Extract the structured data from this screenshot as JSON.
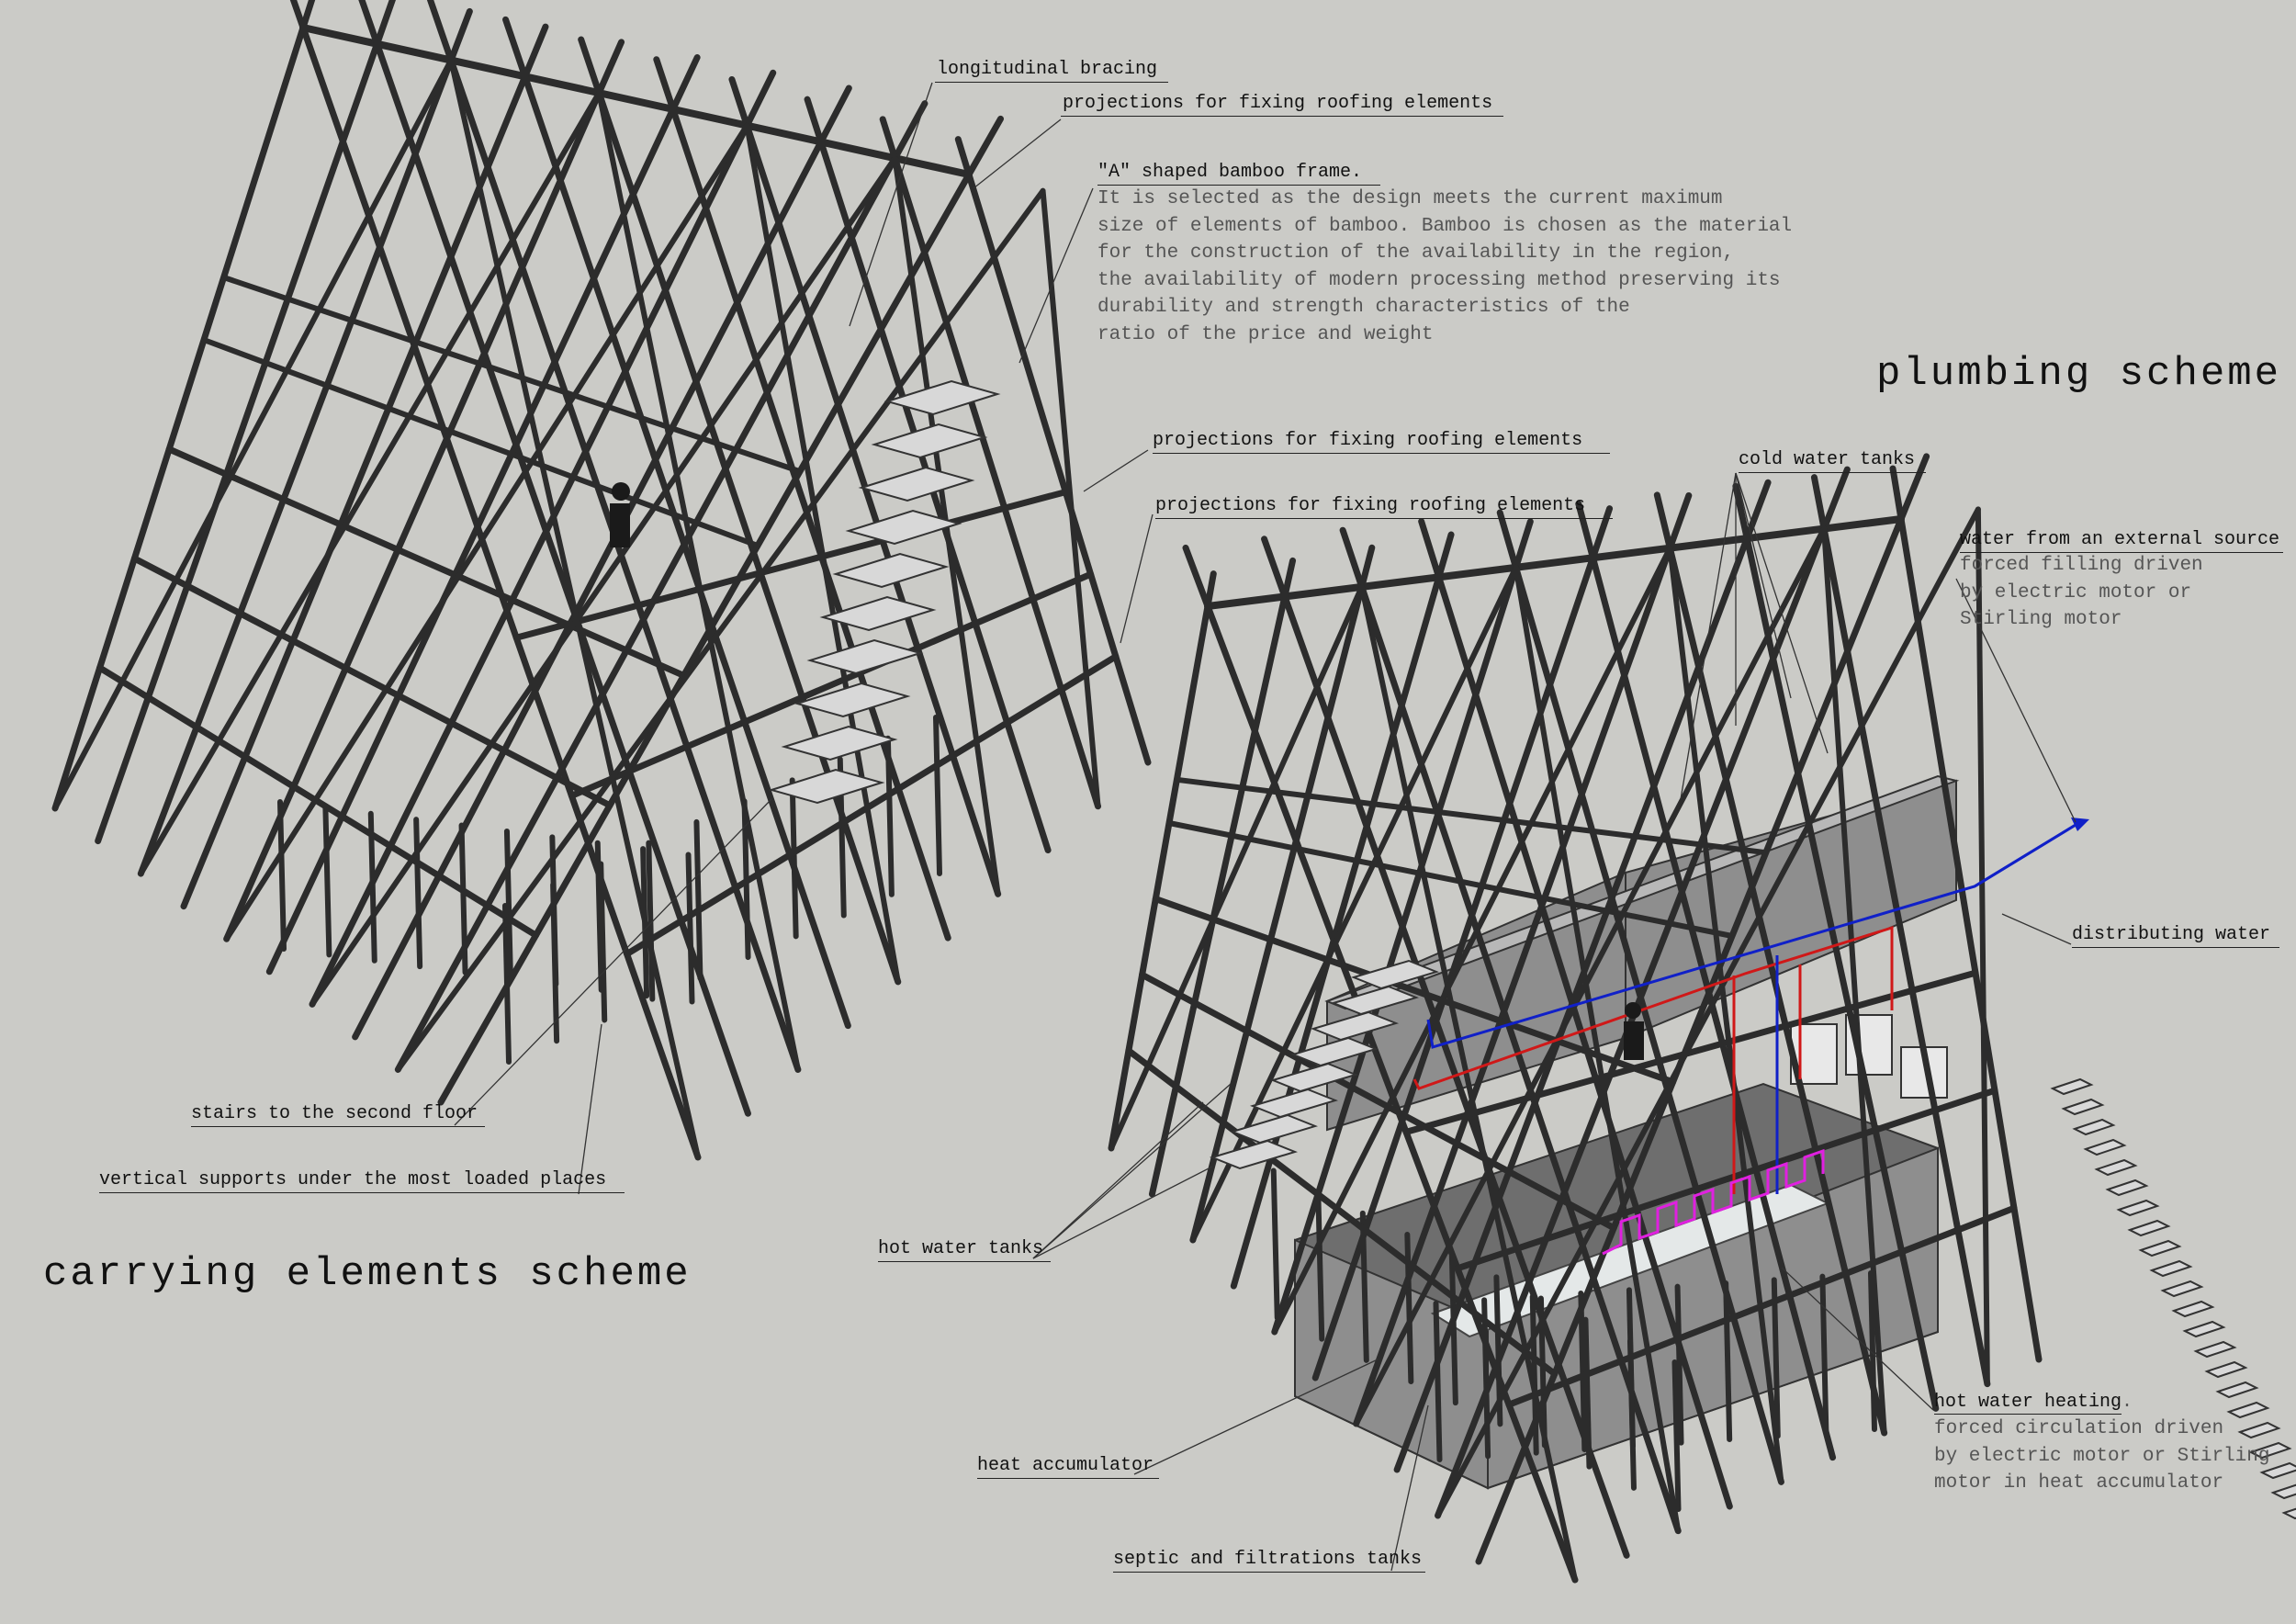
{
  "titles": {
    "carrying": "carrying elements scheme",
    "plumbing": "plumbing scheme"
  },
  "labels": {
    "longitudinal_bracing": "longitudinal bracing",
    "projections_top": "projections for fixing roofing elements",
    "a_frame_title": "\"A\" shaped bamboo frame.",
    "a_frame_desc": [
      "It is selected as the design meets the current maximum",
      "size of elements of bamboo. Bamboo is chosen as the material",
      "for the construction of the availability in the region,",
      "the availability of modern processing method preserving its",
      "durability and strength characteristics of the",
      "ratio of the price and weight"
    ],
    "projections_mid1": "projections for fixing roofing elements",
    "projections_mid2": "projections for fixing roofing elements",
    "stairs": "stairs to the second floor",
    "vertical_supports": "vertical supports under the most loaded places",
    "cold_water_tanks": "cold water tanks",
    "water_external": "water from an external source",
    "water_external_desc": [
      "forced filling driven",
      "by electric motor or",
      "Stirling motor"
    ],
    "distributing_water": "distributing water",
    "hot_water_tanks": "hot water tanks",
    "hot_water_heating": "hot water heating",
    "hot_water_heating_desc": [
      "forced circulation driven",
      "by electric motor or Stirling",
      "motor in heat accumulator"
    ],
    "heat_accumulator": "heat accumulator",
    "septic": "septic and filtrations tanks"
  },
  "colors": {
    "background": "#cbcbc7",
    "bamboo": "#2c2c2c",
    "cold_pipe": "#1020c8",
    "hot_pipe": "#d01818",
    "heating_coil": "#e020e0"
  }
}
